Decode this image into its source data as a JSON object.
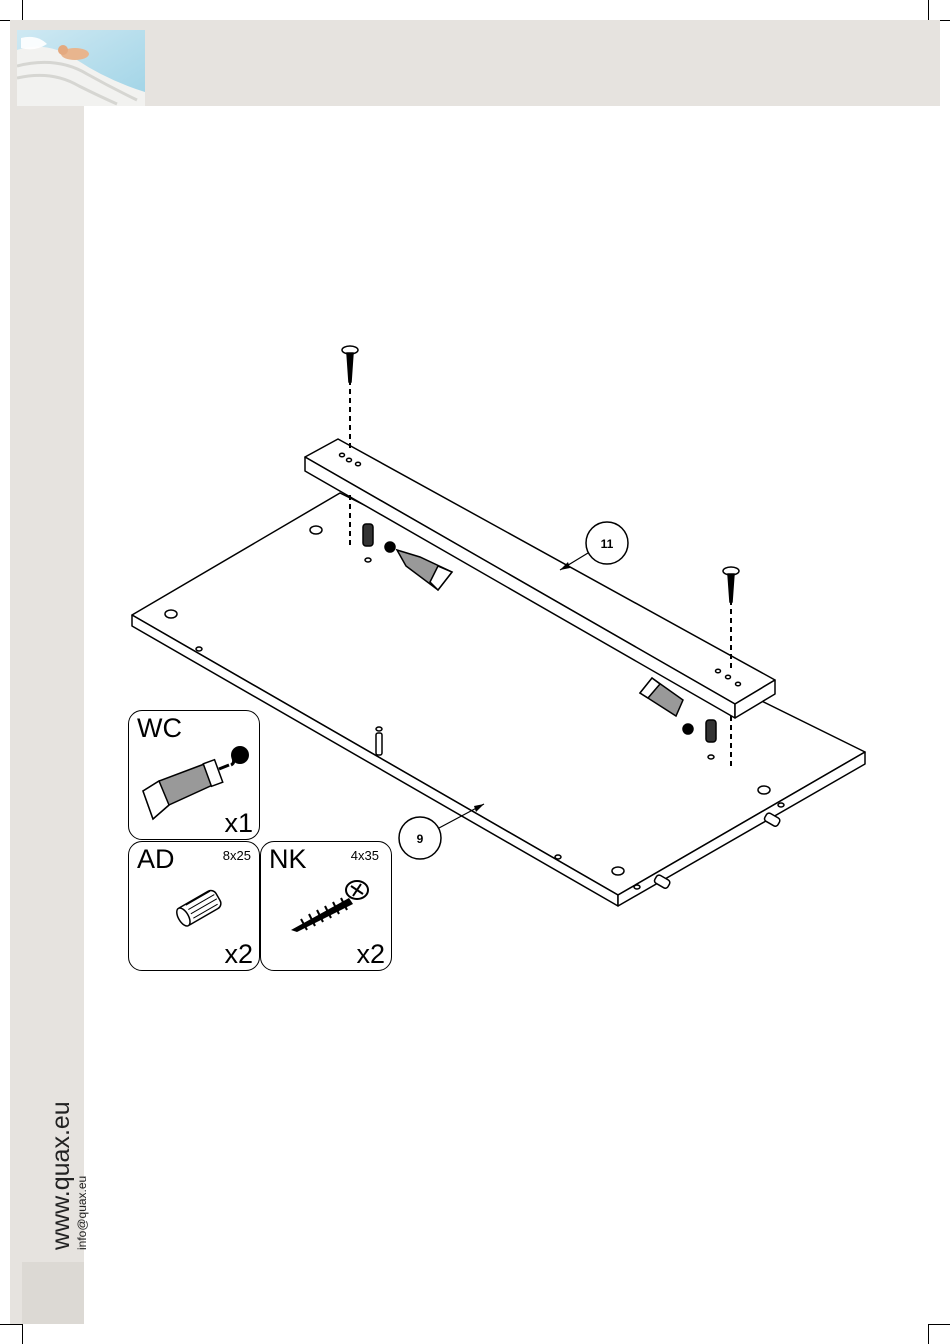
{
  "brand": {
    "website": "www.quax.eu",
    "email": "info@quax.eu"
  },
  "parts": [
    {
      "code": "WC",
      "size": "",
      "quantity": "x1",
      "icon": "glue-tube-icon"
    },
    {
      "code": "AD",
      "size": "8x25",
      "quantity": "x2",
      "icon": "wooden-dowel-icon"
    },
    {
      "code": "NK",
      "size": "4x35",
      "quantity": "x2",
      "icon": "screw-icon"
    }
  ],
  "callouts": {
    "board_11": "11",
    "board_9": "9"
  }
}
